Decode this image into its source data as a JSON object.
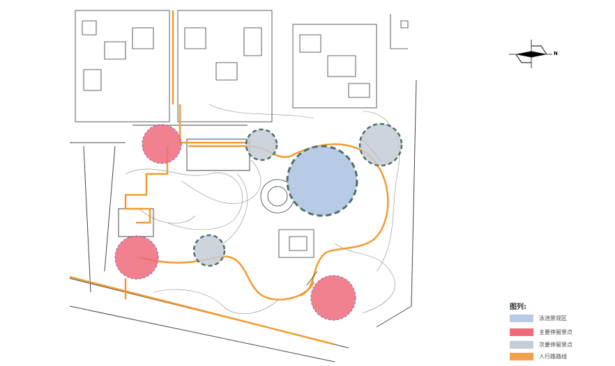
{
  "compass": {
    "north_label": "N"
  },
  "legend": {
    "title": "图列:",
    "items": [
      {
        "label": "泳池景观区",
        "color": "#b8cbe6"
      },
      {
        "label": "主要停留景点",
        "color": "#ef6b7a"
      },
      {
        "label": "次要停留景点",
        "color": "#c4ccd6"
      },
      {
        "label": "人行路路线",
        "color": "#f0a24a"
      }
    ]
  },
  "colors": {
    "route": "#f29a2e",
    "pool_border": "#4e6e66",
    "line": "#555555"
  }
}
